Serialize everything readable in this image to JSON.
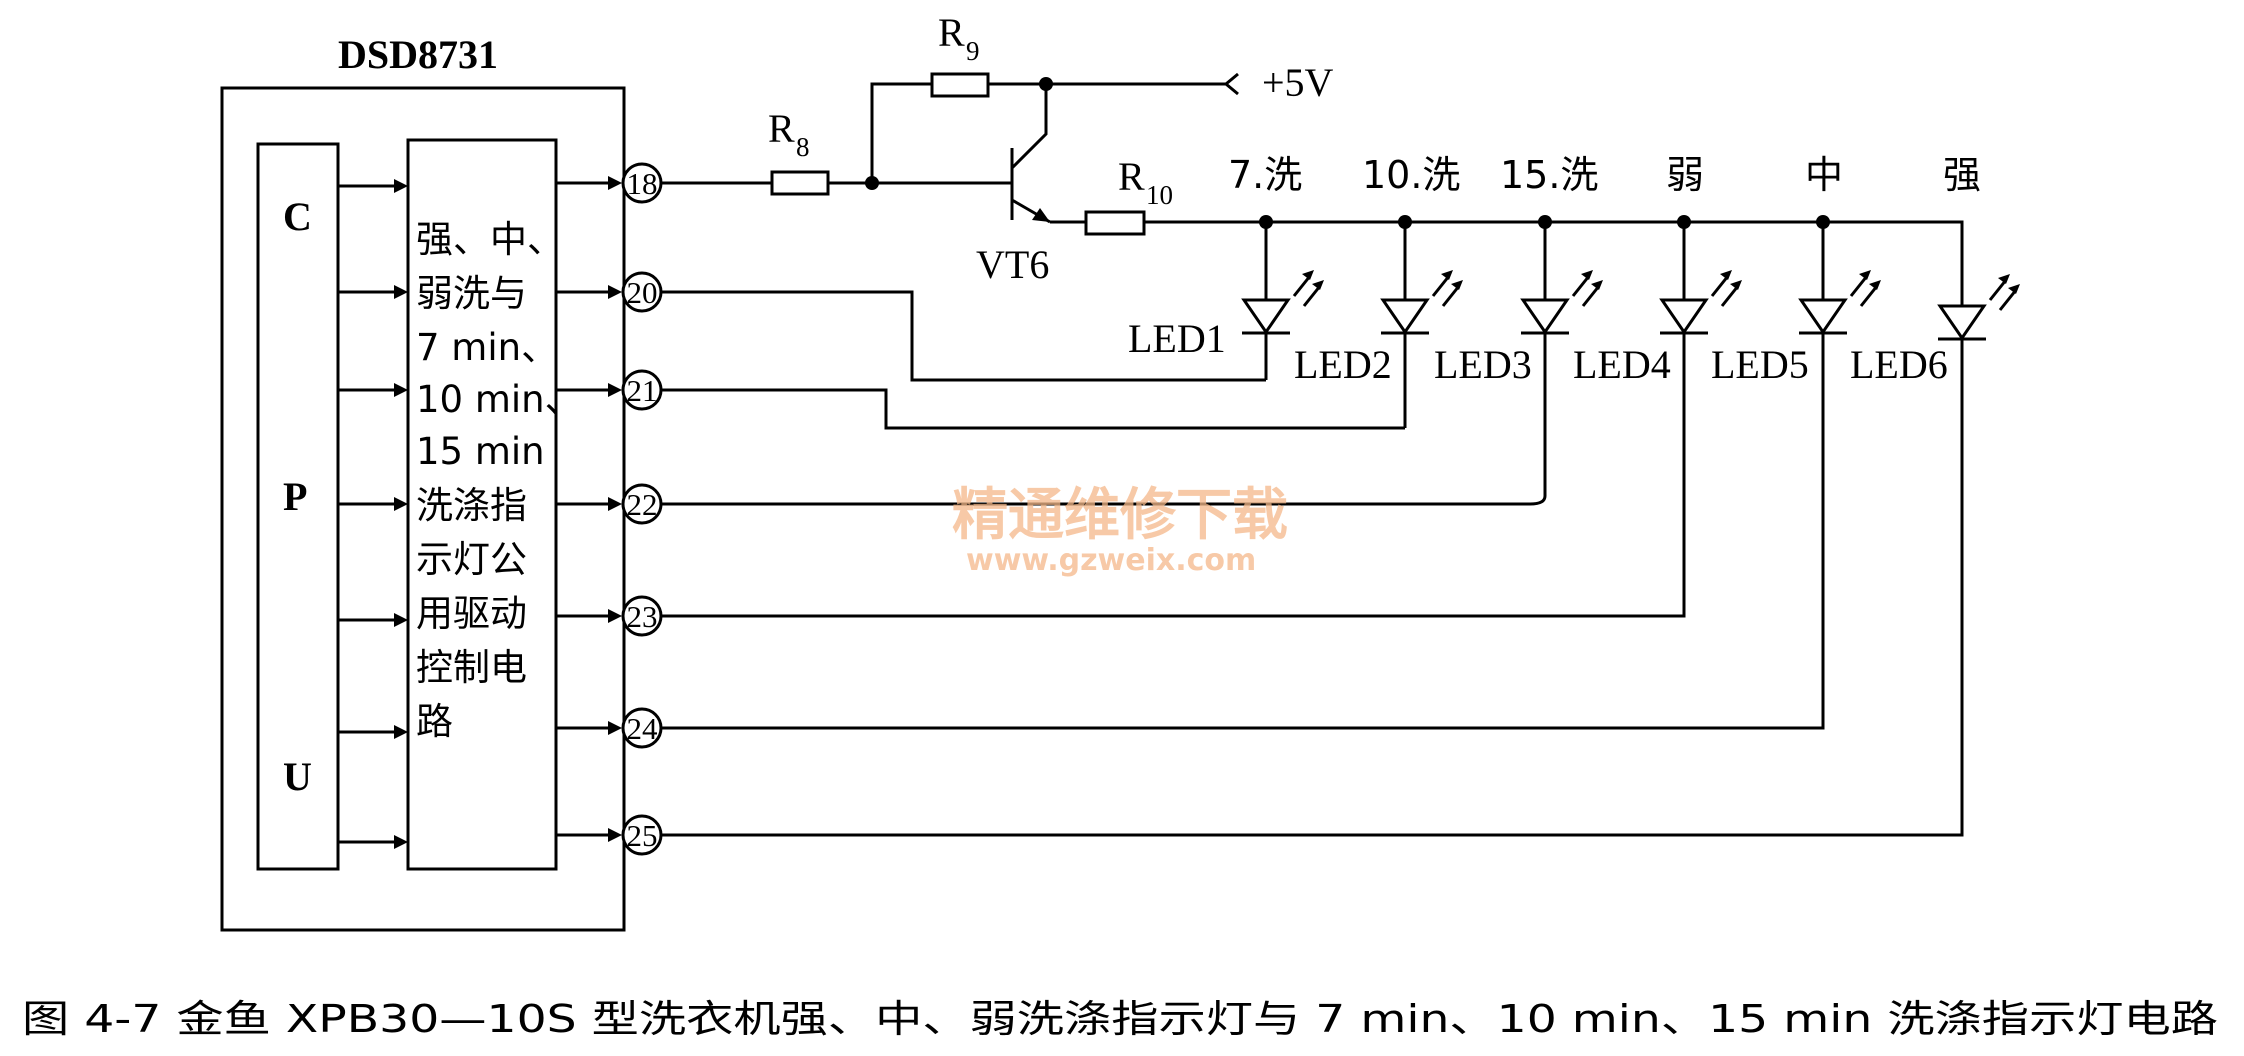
{
  "chip": {
    "title": "DSD8731"
  },
  "cpu": {
    "letters": [
      "C",
      "P",
      "U"
    ]
  },
  "driver_block": {
    "lines": [
      "强、中、",
      "弱洗与",
      "7 min、",
      "10 min、",
      "15 min",
      "洗涤指",
      "示灯公",
      "用驱动",
      "控制电",
      "路"
    ]
  },
  "pins": [
    "18",
    "20",
    "21",
    "22",
    "23",
    "24",
    "25"
  ],
  "components": {
    "r8": {
      "letter": "R",
      "sub": "8"
    },
    "r9": {
      "letter": "R",
      "sub": "9"
    },
    "r10": {
      "letter": "R",
      "sub": "10"
    },
    "transistor": "VT6",
    "supply": "+5V"
  },
  "indicators": [
    {
      "function": "7.洗",
      "led": "LED1"
    },
    {
      "function": "10.洗",
      "led": "LED2"
    },
    {
      "function": "15.洗",
      "led": "LED3"
    },
    {
      "function": "弱",
      "led": "LED4"
    },
    {
      "function": "中",
      "led": "LED5"
    },
    {
      "function": "强",
      "led": "LED6"
    }
  ],
  "watermark": {
    "cn": "精通维修下载",
    "url": "www.gzweix.com"
  },
  "caption": "图 4-7   金鱼 XPB30—10S 型洗衣机强、中、弱洗涤指示灯与 7 min、10 min、15 min 洗涤指示灯电路"
}
